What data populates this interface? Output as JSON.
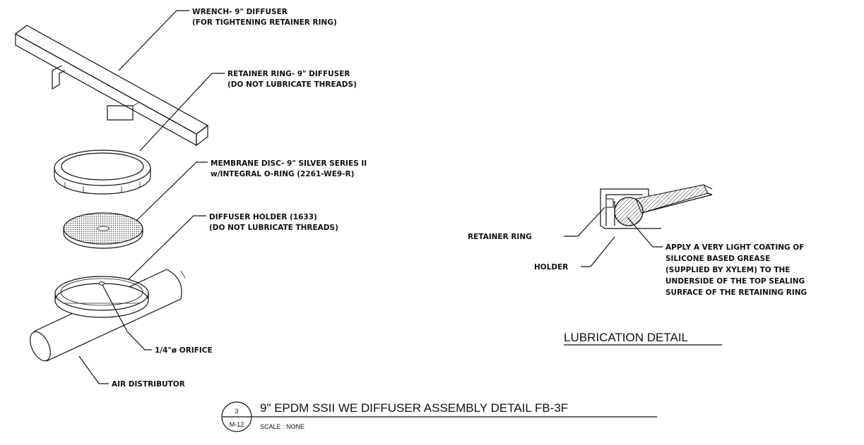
{
  "callouts": {
    "wrench": [
      "WRENCH- 9\" DIFFUSER",
      "(FOR TIGHTENING RETAINER RING)"
    ],
    "retainer": [
      "RETAINER RING- 9\" DIFFUSER",
      "(DO NOT LUBRICATE THREADS)"
    ],
    "membrane": [
      "MEMBRANE DISC- 9\" SILVER SERIES II",
      "w/INTEGRAL O-RING (2261-WE9-R)"
    ],
    "holder": [
      "DIFFUSER HOLDER (1633)",
      "(DO NOT LUBRICATE THREADS)"
    ],
    "orifice": "1/4\"ø ORIFICE",
    "distributor": "AIR DISTRIBUTOR"
  },
  "lubrication": {
    "retainer_label": "RETAINER RING",
    "holder_label": "HOLDER",
    "note": [
      "APPLY A VERY LIGHT COATING OF",
      "SILICONE BASED GREASE",
      "(SUPPLIED BY XYLEM) TO THE",
      "UNDERSIDE OF THE TOP SEALING",
      "SURFACE OF THE RETAINING RING"
    ],
    "title": "LUBRICATION DETAIL"
  },
  "title_block": {
    "detail_number": "3",
    "sheet": "M-12",
    "title": "9\" EPDM SSII WE DIFFUSER ASSEMBLY DETAIL FB-3F",
    "scale": "SCALE : NONE"
  }
}
